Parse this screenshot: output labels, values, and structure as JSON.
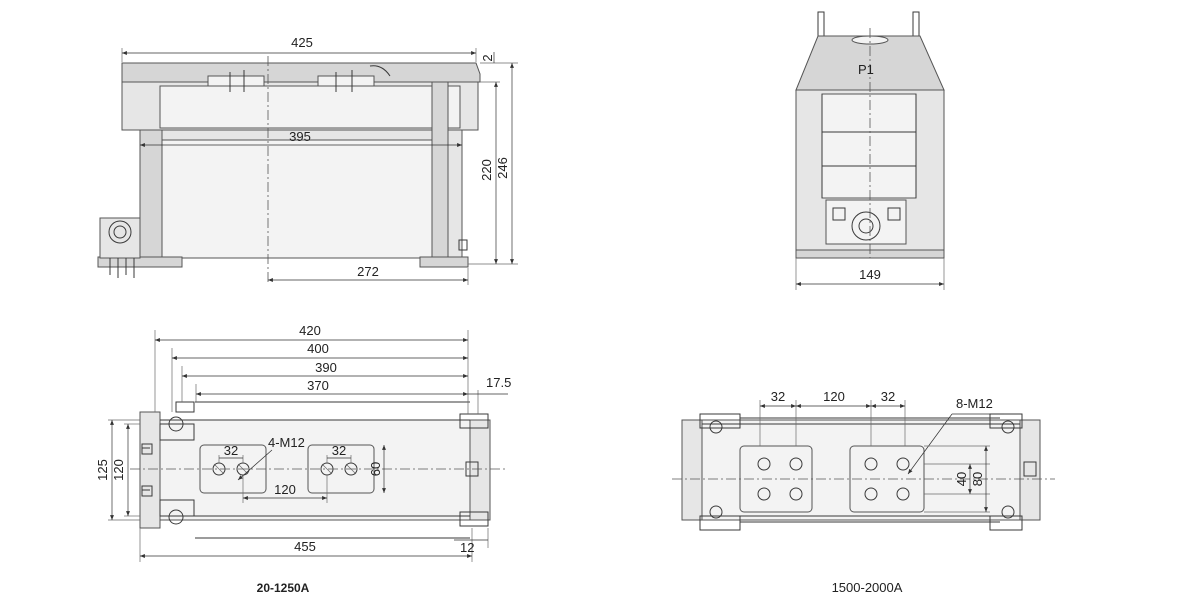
{
  "side_view": {
    "dims": {
      "overall_length": "425",
      "inner_length": "395",
      "foot_span": "272",
      "height_a": "220",
      "height_b": "246",
      "top_gap": "2"
    }
  },
  "end_view": {
    "terminal_label": "P1",
    "width": "149"
  },
  "plan_small": {
    "dims": {
      "d420": "420",
      "d400": "400",
      "d390": "390",
      "d370": "370",
      "d17_5": "17.5",
      "d455": "455",
      "d12": "12",
      "d125": "125",
      "d120": "120",
      "d32a": "32",
      "d32b": "32",
      "d120b": "120",
      "d60": "60",
      "bolt_label": "4-M12"
    },
    "caption": "20-1250A"
  },
  "plan_large": {
    "dims": {
      "d32a": "32",
      "d120": "120",
      "d32b": "32",
      "bolt_label": "8-M12",
      "d40": "40",
      "d80": "80"
    },
    "caption": "1500-2000A"
  }
}
